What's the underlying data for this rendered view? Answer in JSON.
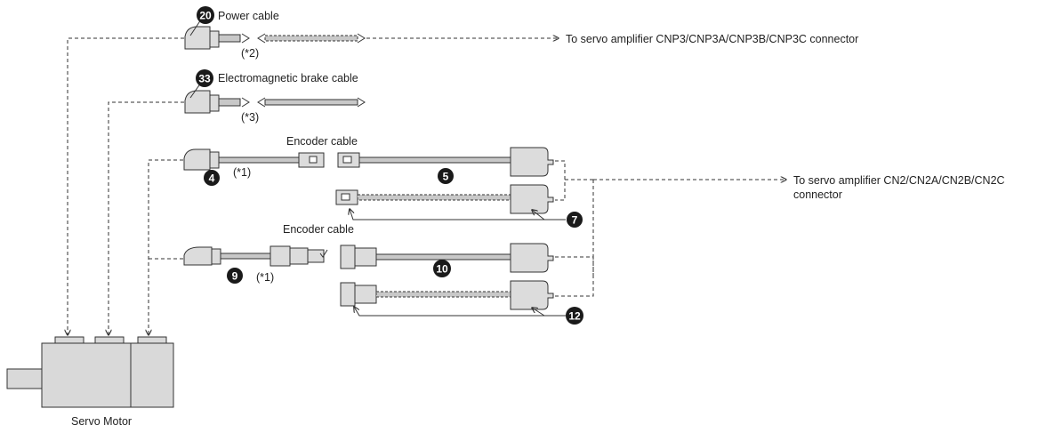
{
  "callouts": {
    "n20": "20",
    "n33": "33",
    "n4": "4",
    "n5": "5",
    "n7": "7",
    "n9": "9",
    "n10": "10",
    "n12": "12"
  },
  "labels": {
    "power_cable": "Power cable",
    "brake_cable": "Electromagnetic brake cable",
    "encoder_cable_1": "Encoder cable",
    "encoder_cable_2": "Encoder cable",
    "servo_motor": "Servo Motor",
    "note_2": "(*2)",
    "note_3": "(*3)",
    "note_1a": "(*1)",
    "note_1b": "(*1)"
  },
  "destinations": {
    "power": "To servo amplifier CNP3/CNP3A/CNP3B/CNP3C connector",
    "encoder_line1": "To servo amplifier CN2/CN2A/CN2B/CN2C",
    "encoder_line2": "connector"
  },
  "colors": {
    "line": "#333333",
    "cable_fill": "#c8c8c8",
    "connector_fill": "#dcdcdc",
    "motor_fill": "#d9d9d9",
    "callout_fill": "#1a1a1a"
  }
}
